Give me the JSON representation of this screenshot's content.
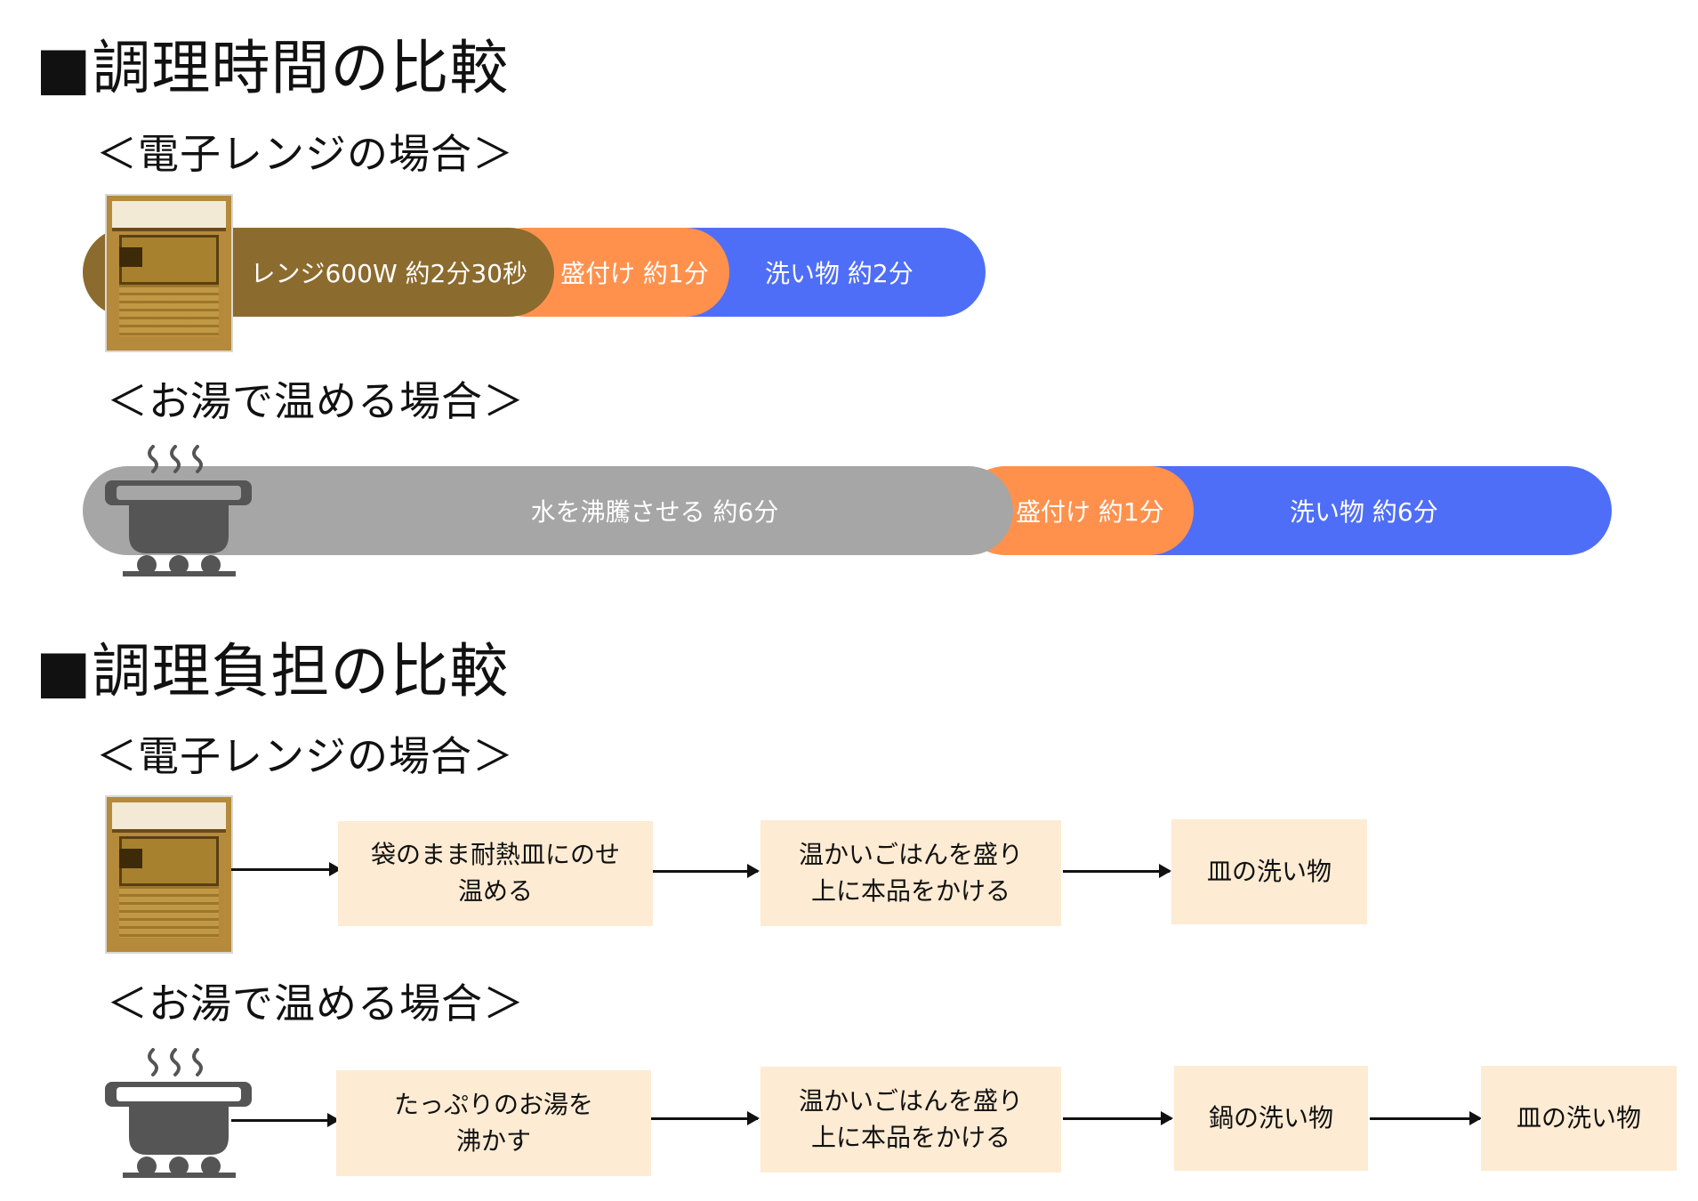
{
  "section_time": {
    "title": "■調理時間の比較",
    "microwave": {
      "title": "＜電子レンジの場合＞",
      "bars": [
        {
          "label": "レンジ600W 約2分30秒",
          "color": "#8c6b2e"
        },
        {
          "label": "盛付け 約1分",
          "color": "#ff914d"
        },
        {
          "label": "洗い物 約2分",
          "color": "#4f6ef7"
        }
      ]
    },
    "boil": {
      "title": "＜お湯で温める場合＞",
      "bars": [
        {
          "label": "水を沸騰させる 約6分",
          "color": "#a6a6a6"
        },
        {
          "label": "盛付け 約1分",
          "color": "#ff914d"
        },
        {
          "label": "洗い物 約6分",
          "color": "#4f6ef7"
        }
      ]
    }
  },
  "section_burden": {
    "title": "■調理負担の比較",
    "microwave": {
      "title": "＜電子レンジの場合＞",
      "steps": [
        "袋のまま耐熱皿にのせ\n温める",
        "温かいごはんを盛り\n上に本品をかける",
        "皿の洗い物"
      ]
    },
    "boil": {
      "title": "＜お湯で温める場合＞",
      "steps": [
        "たっぷりのお湯を\n沸かす",
        "温かいごはんを盛り\n上に本品をかける",
        "鍋の洗い物",
        "皿の洗い物"
      ]
    }
  },
  "icons": {
    "package": "retort-pouch-icon",
    "pot": "pot-on-stove-icon"
  }
}
